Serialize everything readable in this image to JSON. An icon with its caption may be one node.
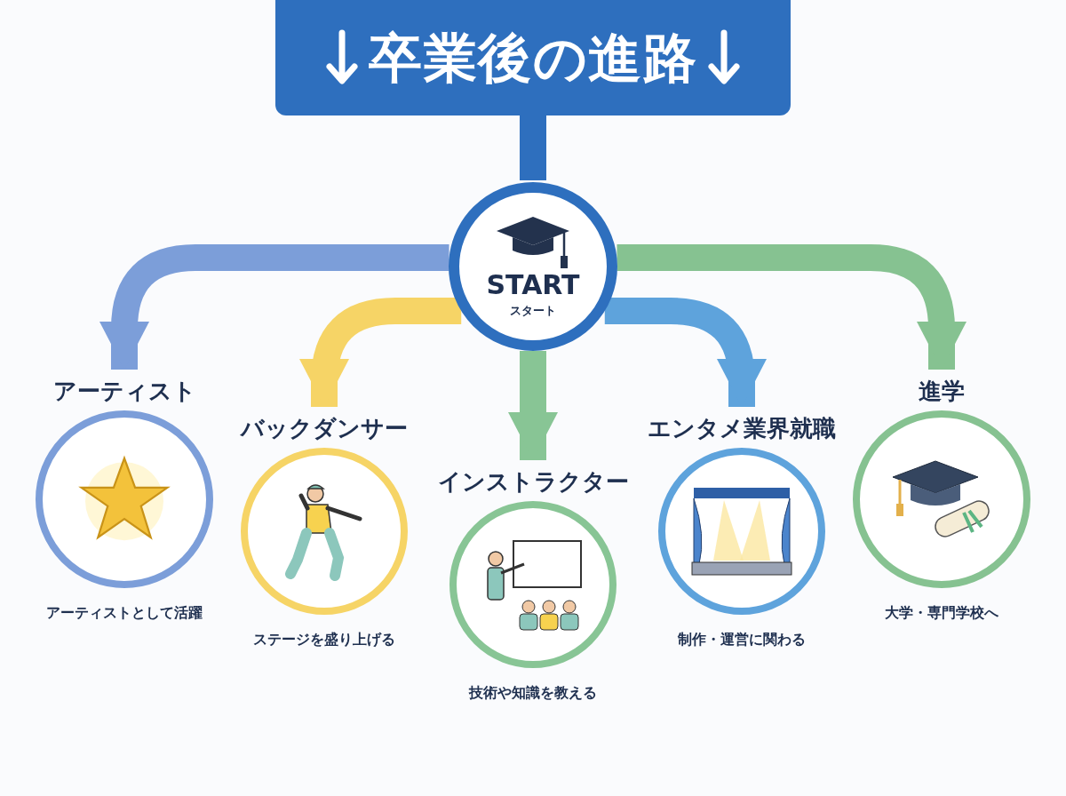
{
  "diagram": {
    "nodes": [
      {
        "text": [
          "卒業後の進路"
        ]
      },
      {
        "text": [
          "START",
          "スタート"
        ]
      },
      {
        "text": [
          "アーティスト"
        ],
        "beside": [
          "アーティストとして活躍"
        ]
      },
      {
        "text": [
          "バックダンサー"
        ],
        "beside": [
          "ステージを盛り上げる"
        ]
      },
      {
        "text": [
          "インストラクター"
        ],
        "beside": [
          "技術や知識を教える"
        ]
      },
      {
        "text": [
          "エンタメ業界就職"
        ],
        "beside": [
          "制作・運営に関わる"
        ]
      },
      {
        "text": [
          "進学"
        ],
        "beside": [
          "大学・専門学校へ"
        ]
      }
    ],
    "edges": [
      {
        "from": 0,
        "to": 1,
        "arrow": "none",
        "color": "#2e6fbe"
      },
      {
        "from": 1,
        "to": 2,
        "arrow": "to",
        "color": "#7c9ed9"
      },
      {
        "from": 1,
        "to": 3,
        "arrow": "to",
        "color": "#f6d466"
      },
      {
        "from": 1,
        "to": 4,
        "arrow": "to",
        "color": "#88c595"
      },
      {
        "from": 1,
        "to": 5,
        "arrow": "to",
        "color": "#5ea3dc"
      },
      {
        "from": 1,
        "to": 6,
        "arrow": "to",
        "color": "#86c291"
      }
    ]
  }
}
